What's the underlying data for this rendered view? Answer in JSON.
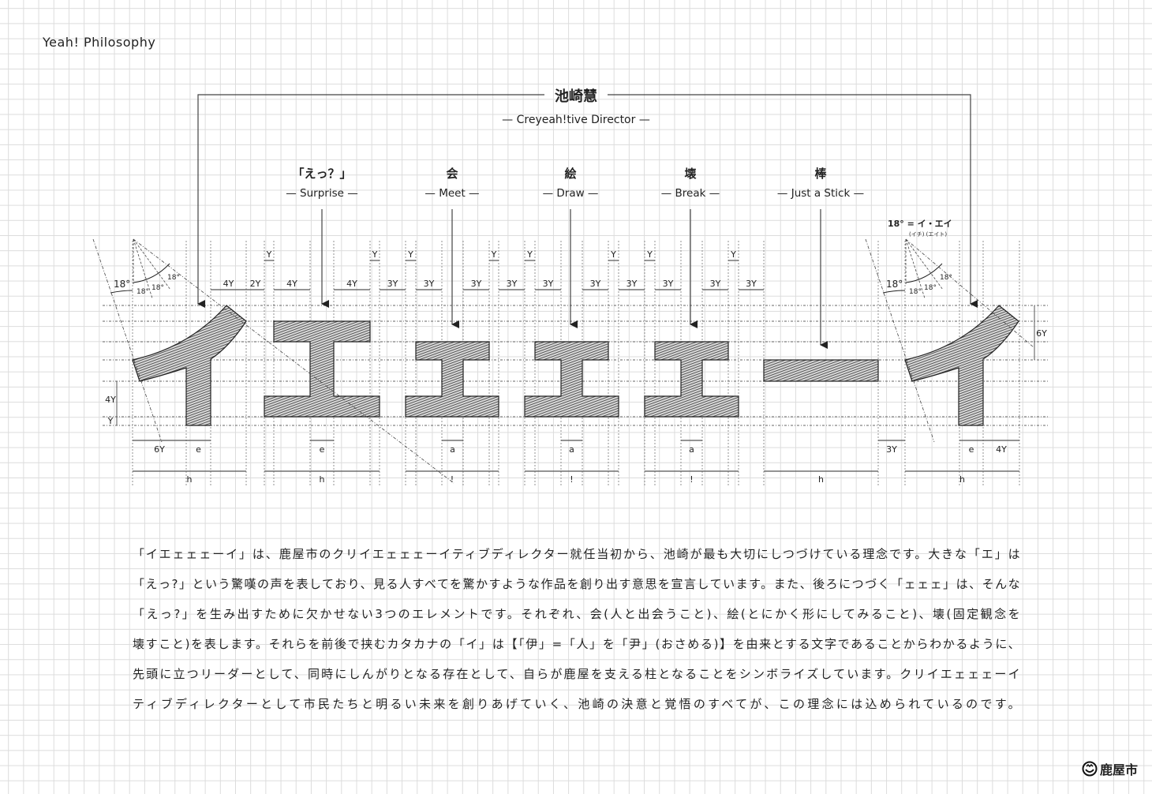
{
  "page_title": "Yeah! Philosophy",
  "header": {
    "name": "池崎慧",
    "role": "— Creyeah!tive Director —"
  },
  "elements": [
    {
      "jp": "「えっ？」",
      "en": "— Surprise —"
    },
    {
      "jp": "会",
      "en": "— Meet —"
    },
    {
      "jp": "絵",
      "en": "— Draw —"
    },
    {
      "jp": "壊",
      "en": "— Break —"
    },
    {
      "jp": "棒",
      "en": "— Just a Stick —"
    }
  ],
  "angle_note": {
    "main": "18° = イ・エイ",
    "reading": "(イチ) (エイト)"
  },
  "angle_label": "18°",
  "dims_top": [
    "4Y",
    "2Y",
    "4Y",
    "4Y",
    "3Y",
    "3Y",
    "3Y",
    "3Y",
    "3Y",
    "3Y",
    "3Y",
    "3Y",
    "3Y",
    "3Y"
  ],
  "dims_y": [
    "Y",
    "Y",
    "Y",
    "Y",
    "Y",
    "Y",
    "Y",
    "Y"
  ],
  "dims_bottom": [
    "6Y",
    "e",
    "e",
    "a",
    "a",
    "a",
    "3Y",
    "e",
    "4Y"
  ],
  "dims_width": [
    "h",
    "h",
    "!",
    "!",
    "!",
    "h",
    "h"
  ],
  "dims_left": [
    "4Y",
    "Y"
  ],
  "dims_right": [
    "6Y"
  ],
  "paragraph": [
    "「イエェェェーイ」は、鹿屋市のクリイエェェェーイティブディレクター就任当初から、池崎が最も大切にしつづけている理念です。大きな「エ」は",
    "「えっ?」という驚嘆の声を表しており、見る人すべてを驚かすような作品を創り出す意思を宣言しています。また、後ろにつづく「ェェェ」は、そんな",
    "「えっ?」を生み出すために欠かせない3つのエレメントです。それぞれ、会(人と出会うこと)、絵(とにかく形にしてみること)、壊(固定観念を",
    "壊すこと)を表します。それらを前後で挟むカタカナの「イ」は【「伊」=「人」を「尹」(おさめる)】を由来とする文字であることからわかるように、",
    "先頭に立つリーダーとして、同時にしんがりとなる存在として、自らが鹿屋を支える柱となることをシンボライズしています。クリイエェェェーイ",
    "ティブディレクターとして市民たちと明るい未来を創りあげていく、池崎の決意と覚悟のすべてが、この理念には込められているのです。"
  ],
  "logo": {
    "text": "鹿屋市",
    "icon": "smiley-face-icon"
  },
  "colors": {
    "ink": "#222222",
    "grid": "#dcdcdc",
    "hatch": "#555555"
  }
}
